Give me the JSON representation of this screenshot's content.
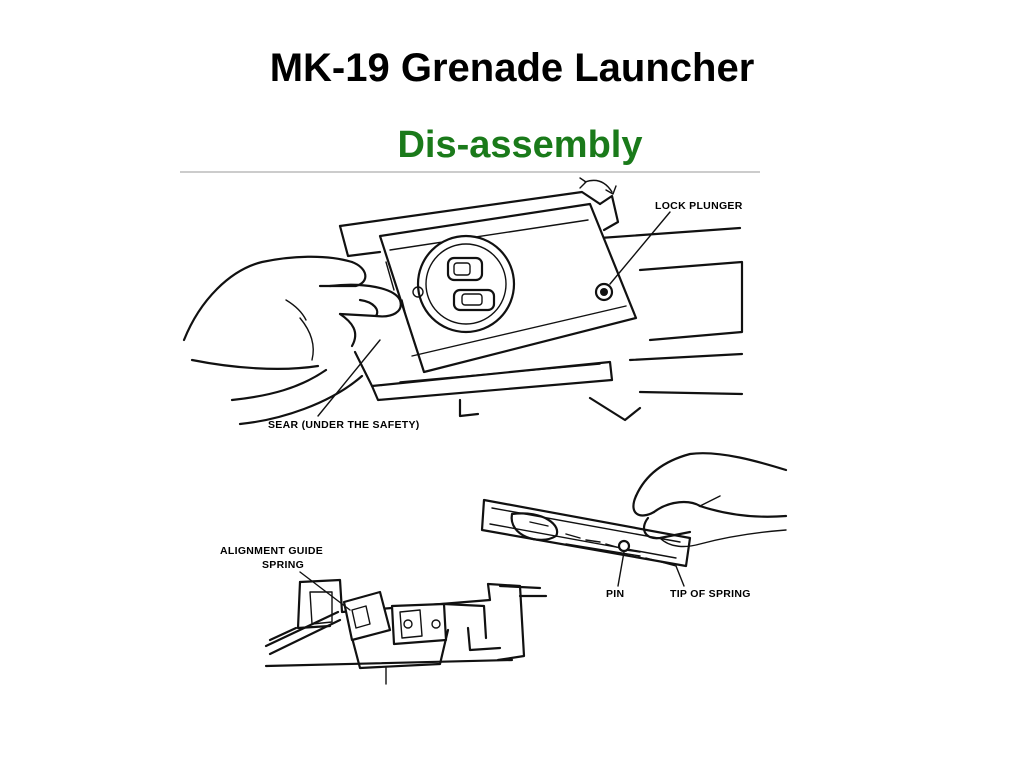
{
  "slide": {
    "title": "MK-19 Grenade Launcher",
    "subtitle": "Dis-assembly",
    "subtitle_color": "#1a7a1a",
    "title_color": "#000000"
  },
  "figure_top": {
    "labels": {
      "lock_plunger": "LOCK PLUNGER",
      "sear": "SEAR (UNDER THE SAFETY)"
    }
  },
  "figure_bottom_right": {
    "labels": {
      "pin": "PIN",
      "tip_of_spring": "TIP OF SPRING"
    }
  },
  "figure_bottom_left": {
    "labels": {
      "alignment_line1": "ALIGNMENT GUIDE",
      "alignment_line2": "SPRING"
    }
  }
}
